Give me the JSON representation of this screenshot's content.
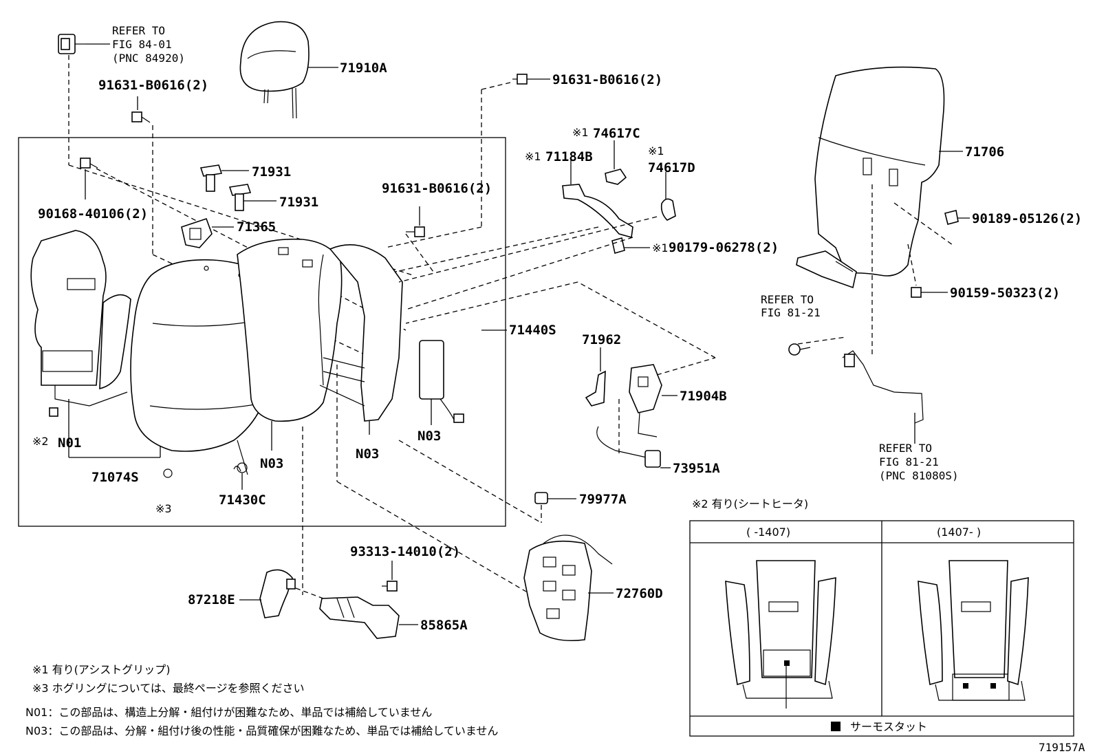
{
  "labels": {
    "refer_fig_84_01": {
      "l1": "REFER TO",
      "l2": "FIG 84-01",
      "l3": "(PNC 84920)"
    },
    "refer_fig_81_21_a": {
      "l1": "REFER TO",
      "l2": "FIG 81-21"
    },
    "refer_fig_81_21_b": {
      "l1": "REFER TO",
      "l2": "FIG 81-21",
      "l3": "(PNC 81080S)"
    },
    "p71910A": "71910A",
    "p91631_left": "91631-B0616(2)",
    "p91631_top": "91631-B0616(2)",
    "p91631_mid": "91631-B0616(2)",
    "p90168": "90168-40106(2)",
    "p71931_a": "71931",
    "p71931_b": "71931",
    "p71365": "71365",
    "p74617C": "74617C",
    "p74617C_mark": "※1",
    "p71184B": "71184B",
    "p71184B_mark": "※1",
    "p74617D": "74617D",
    "p74617D_mark": "※1",
    "p90179": "90179-06278(2)",
    "p90179_mark": "※1",
    "p71706": "71706",
    "p90189": "90189-05126(2)",
    "p90159": "90159-50323(2)",
    "p71440S": "71440S",
    "p71962": "71962",
    "p71904B": "71904B",
    "p73951A": "73951A",
    "p79977A": "79977A",
    "p72760D": "72760D",
    "p93313": "93313-14010(2)",
    "p87218E": "87218E",
    "p85865A": "85865A",
    "pN01": "N01",
    "pN01_mark": "※2",
    "pN03_a": "N03",
    "pN03_b": "N03",
    "pN03_c": "N03",
    "p71074S": "71074S",
    "p71430C": "71430C",
    "p_mark3": "※3",
    "figure_id": "719157A"
  },
  "notes": {
    "note1": "※1  有り(アシストグリップ)",
    "note3": "※3  ホグリングについては、最終ページを参照ください",
    "noteN01": "N01：この部品は、構造上分解・組付けが困難なため、単品では補給していません",
    "noteN03": "N03：この部品は、分解・組付け後の性能・品質確保が困難なため、単品では補給していません"
  },
  "heater_box": {
    "title": "※2  有り(シートヒータ)",
    "col_left": "(      -1407)",
    "col_right": "(1407-      )",
    "legend": "サーモスタット"
  }
}
